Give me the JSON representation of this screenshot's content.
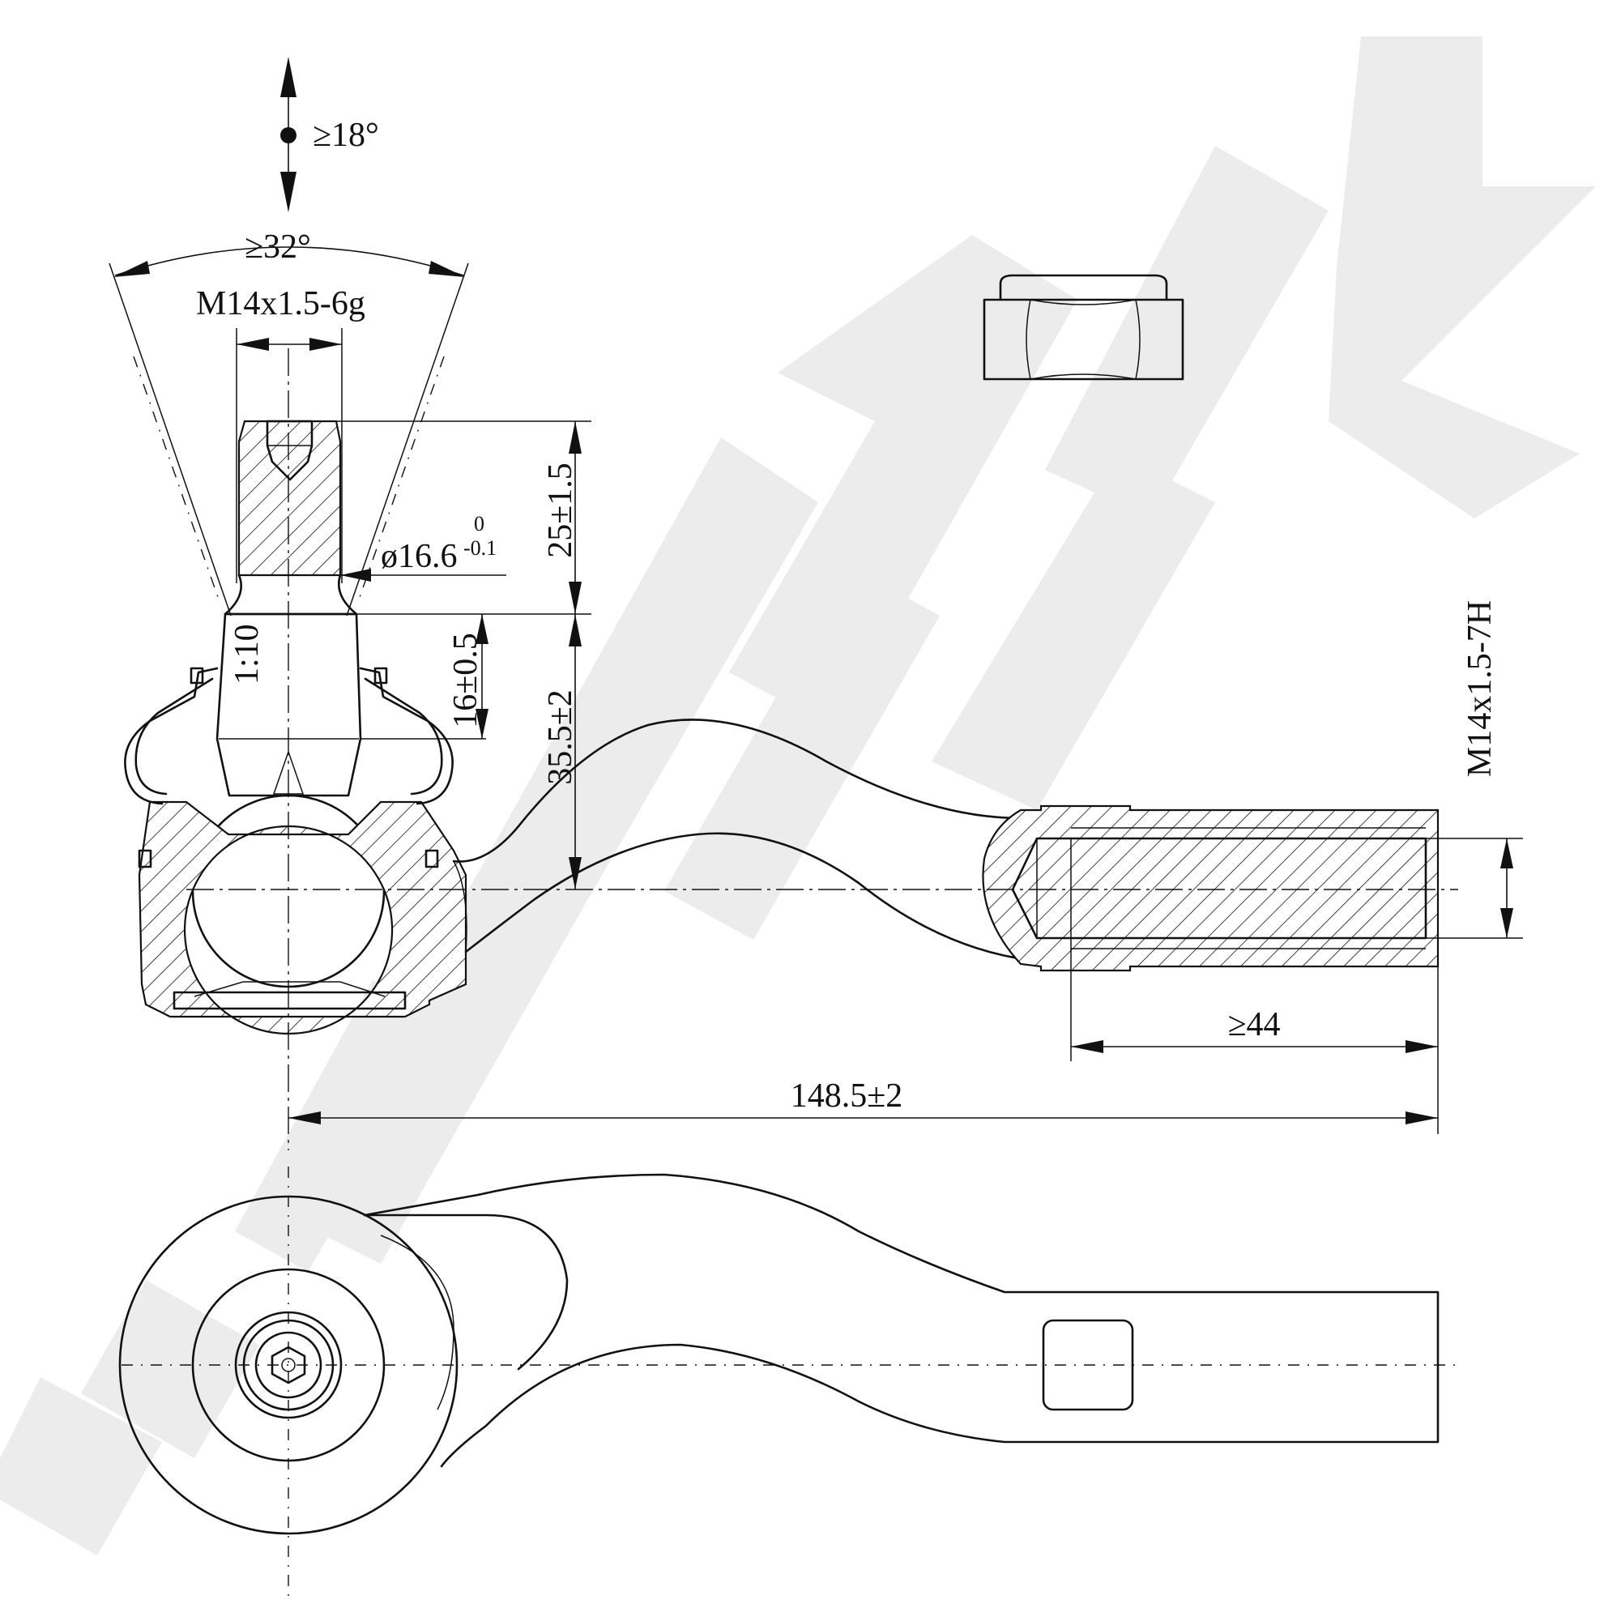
{
  "drawing": {
    "watermark_text": "KENNEK",
    "accent_color": "#111111",
    "watermark_color": "#ececec",
    "labels": {
      "swing_angle": "≥18°",
      "cone_angle": "≥32°",
      "stud_thread": "M14x1.5-6g",
      "stud_length": "25±1.5",
      "stud_diameter": "ø16.6",
      "tol_upper": "0",
      "tol_lower": "-0.1",
      "taper_length": "16±0.5",
      "taper_ratio": "1:10",
      "ball_height": "35.5±2",
      "inner_thread": "M14x1.5-7H",
      "thread_depth": "≥44",
      "total_length": "148.5±2"
    }
  }
}
